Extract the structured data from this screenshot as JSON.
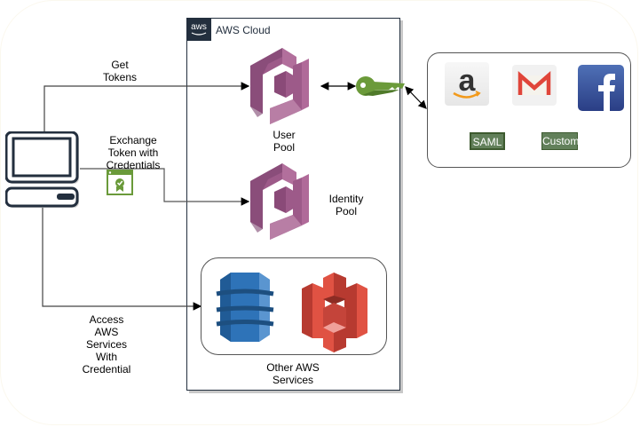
{
  "cloud": {
    "title": "AWS Cloud",
    "badge": "aws"
  },
  "flows": {
    "get_tokens": "Get\nTokens",
    "exchange": "Exchange\nToken with\nCredentials",
    "access": "Access\nAWS\nServices\nWith\nCredential"
  },
  "services": {
    "user_pool": "User\nPool",
    "identity_pool": "Identity\nPool",
    "other": "Other AWS\nServices"
  },
  "identity_providers": {
    "items": [
      "Amazon",
      "Gmail",
      "Facebook"
    ],
    "saml": "SAML",
    "custom": "Custom"
  },
  "colors": {
    "cognito": "#9d5a89",
    "key": "#6b9a3a",
    "dynamo": "#2e73b8",
    "s3": "#e05243",
    "tag_dark": "#3d5a2f",
    "tag_light": "#62805a",
    "aws_navy": "#232f3e"
  }
}
